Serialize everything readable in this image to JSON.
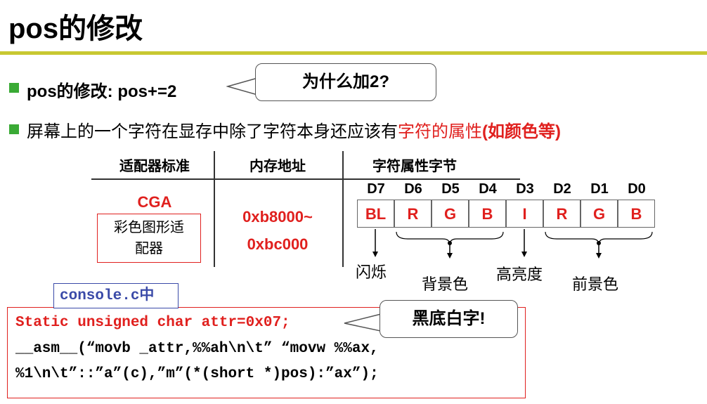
{
  "title": "pos的修改",
  "bullet1": {
    "prefix": "pos的修改: pos+=2",
    "callout": "为什么加2?"
  },
  "bullet2": {
    "text": "屏幕上的一个字符在显存中除了字符本身还应该有",
    "highlight": "字符的属性",
    "suffix": "(如颜色等)"
  },
  "table": {
    "headers": [
      "适配器标准",
      "内存地址",
      "字符属性字节"
    ],
    "adapter_name": "CGA",
    "adapter_desc_line1": "彩色图形适",
    "adapter_desc_line2": "配器",
    "address_line1": "0xb8000~",
    "address_line2": "0xbc000",
    "bits": [
      "D7",
      "D6",
      "D5",
      "D4",
      "D3",
      "D2",
      "D1",
      "D0"
    ],
    "cells": [
      "BL",
      "R",
      "G",
      "B",
      "I",
      "R",
      "G",
      "B"
    ],
    "labels": {
      "blink": "闪烁",
      "background": "背景色",
      "intensity": "高亮度",
      "foreground": "前景色"
    }
  },
  "code": {
    "file_tab": "console.c中",
    "line1": "Static unsigned char attr=0x07;",
    "line2": "__asm__(“movb _attr,%%ah\\n\\t” “movw %%ax,",
    "line3": "%1\\n\\t”::”a”(c),”m”(*(short *)pos):”ax”);",
    "callout": "黑底白字!"
  },
  "colors": {
    "accent_red": "#e0201e",
    "bullet_green": "#3aaa35",
    "rule_olive": "#c8c832"
  }
}
